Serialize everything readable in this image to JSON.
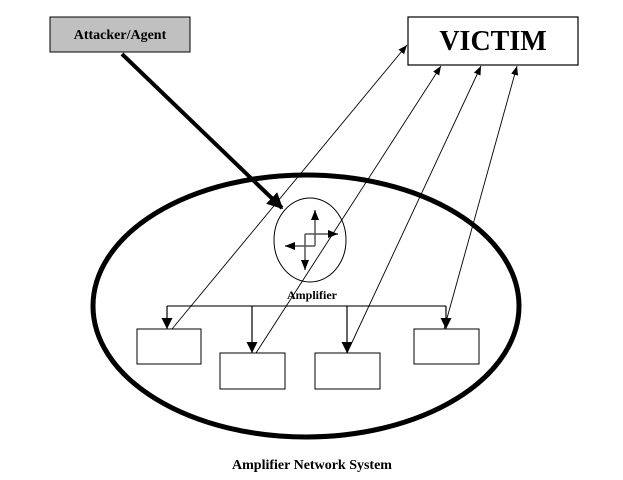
{
  "diagram": {
    "attacker": {
      "label": "Attacker/Agent",
      "fill": "#c0c0c0"
    },
    "victim": {
      "label": "VICTIM"
    },
    "amplifier": {
      "label": "Amplifier"
    },
    "network": {
      "label": "Amplifier Network System"
    },
    "nodes": [
      {
        "id": "node-1",
        "label": ""
      },
      {
        "id": "node-2",
        "label": ""
      },
      {
        "id": "node-3",
        "label": ""
      },
      {
        "id": "node-4",
        "label": ""
      }
    ],
    "edges": [
      {
        "from": "attacker",
        "to": "amplifier",
        "style": "thick-arrow"
      },
      {
        "from": "amplifier",
        "to": "node-1",
        "style": "bus-arrow"
      },
      {
        "from": "amplifier",
        "to": "node-2",
        "style": "bus-arrow"
      },
      {
        "from": "amplifier",
        "to": "node-3",
        "style": "bus-arrow"
      },
      {
        "from": "amplifier",
        "to": "node-4",
        "style": "bus-arrow"
      },
      {
        "from": "node-1",
        "to": "victim",
        "style": "thin-arrow"
      },
      {
        "from": "node-2",
        "to": "victim",
        "style": "thin-arrow"
      },
      {
        "from": "node-3",
        "to": "victim",
        "style": "thin-arrow"
      },
      {
        "from": "node-4",
        "to": "victim",
        "style": "thin-arrow"
      }
    ]
  }
}
